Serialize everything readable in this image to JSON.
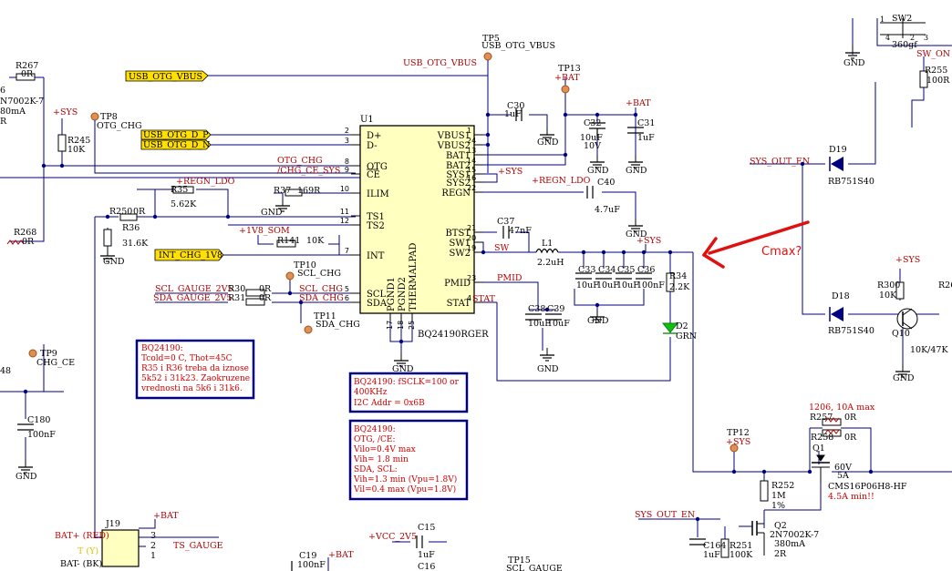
{
  "ic": {
    "ref": "U1",
    "part": "BQ24190RGER",
    "pins_left": [
      "D+",
      "D-",
      "OTG",
      "CE",
      "ILIM",
      "TS1",
      "TS2",
      "INT",
      "SCL",
      "SDA"
    ],
    "pins_right": [
      "VBUS1",
      "VBUS2",
      "BAT1",
      "BAT2",
      "SYS1",
      "SYS2",
      "REGN",
      "BTST",
      "SW1",
      "SW2",
      "PMID",
      "STAT"
    ],
    "pins_bottom": [
      "PGND1",
      "PGND2",
      "THERMALPAD"
    ],
    "pin_nums_left": [
      "2",
      "3",
      "8",
      "9",
      "10",
      "11",
      "12",
      "7",
      "5",
      "6"
    ],
    "pin_nums_right": [
      "1",
      "24",
      "13",
      "14",
      "15",
      "16",
      "22",
      "21",
      "20",
      "19",
      "23",
      "4"
    ],
    "pin_nums_bottom": [
      "17",
      "18",
      "25"
    ]
  },
  "nets": {
    "usb_otg_vbus": "USB_OTG_VBUS",
    "usb_otg_d_p": "USB_OTG_D_P",
    "usb_otg_d_n": "USB_OTG_D_N",
    "otg_chg": "OTG_CHG",
    "chg_ce_sys": "/CHG_CE_SYS",
    "regn_ldo": "+REGN_LDO",
    "plus_1v8_som": "+1V8_SOM",
    "int_chg_1v8": "INT_CHG_1V8",
    "scl_gauge_2v5": "SCL_GAUGE_2V5",
    "sda_gauge_2v5": "SDA_GAUGE_2V5",
    "scl_chg": "SCL_CHG",
    "sda_chg": "SDA_CHG",
    "sw": "SW",
    "pmid": "PMID",
    "stat": "STAT",
    "ts_gauge": "TS_GAUGE",
    "sys_out_en": "SYS_OUT_EN",
    "sw_on": "SW_ON",
    "plus_sys": "+SYS",
    "plus_bat": "+BAT",
    "plus_vcc_2v5": "+VCC_2V5",
    "gnd": "GND"
  },
  "testpoints": {
    "tp5_ref": "TP5",
    "tp5_net": "USB_OTG_VBUS",
    "tp13_ref": "TP13",
    "tp13_net": "+BAT",
    "tp8_ref": "TP8",
    "tp8_net": "OTG_CHG",
    "tp10_ref": "TP10",
    "tp10_net": "SCL_CHG",
    "tp11_ref": "TP11",
    "tp11_net": "SDA_CHG",
    "tp9_ref": "TP9",
    "tp9_net": "CHG_CE",
    "tp12_ref": "TP12",
    "tp12_net": "+SYS",
    "tp15_ref": "TP15",
    "tp15_net": "SCL_GAUGE"
  },
  "components": {
    "r267": {
      "ref": "R267",
      "val": "0R"
    },
    "r245": {
      "ref": "R245",
      "val": "10K"
    },
    "r268": {
      "ref": "R268",
      "val": "0R"
    },
    "r35": {
      "ref": "R35",
      "val": "5.62K"
    },
    "r37": {
      "ref": "R37",
      "val": "169R"
    },
    "r250": {
      "ref": "R250",
      "val": "0R"
    },
    "r36": {
      "ref": "R36",
      "val": "31.6K"
    },
    "r141": {
      "ref": "R141",
      "val": "10K"
    },
    "r30": {
      "ref": "R30",
      "val": "0R"
    },
    "r31": {
      "ref": "R31",
      "val": "0R"
    },
    "c30": {
      "ref": "C30",
      "val": "1uF"
    },
    "c32": {
      "ref": "C32",
      "val": "10uF",
      "volt": "10V"
    },
    "c31": {
      "ref": "C31",
      "val": "1uF"
    },
    "c40": {
      "ref": "C40",
      "val": "4.7uF"
    },
    "c37": {
      "ref": "C37",
      "val": "47nF"
    },
    "l1": {
      "ref": "L1",
      "val": "2.2uH"
    },
    "c33": {
      "ref": "C33",
      "val": "10uF"
    },
    "c34": {
      "ref": "C34",
      "val": "10uF"
    },
    "c35": {
      "ref": "C35",
      "val": "10uF"
    },
    "c36": {
      "ref": "C36",
      "val": "100nF"
    },
    "r34": {
      "ref": "R34",
      "val": "2.2K"
    },
    "d2": {
      "ref": "D2",
      "val": "GRN"
    },
    "c38": {
      "ref": "C38",
      "val": "10uF"
    },
    "c39": {
      "ref": "C39",
      "val": "10uF"
    },
    "c180": {
      "ref": "C180",
      "val": "100nF"
    },
    "j19": {
      "ref": "J19",
      "bat_plus": "BAT+ (RED)",
      "ts": "T (Y)",
      "bat_minus": "BAT- (BK)",
      "p3": "3",
      "p2": "2",
      "p1": "1"
    },
    "c15": {
      "ref": "C15",
      "val": "1uF"
    },
    "c16": {
      "ref": "C16"
    },
    "c19": {
      "ref": "C19",
      "val": "100nF"
    },
    "sw2": {
      "ref": "SW2",
      "val": "360gf",
      "pinA": "1",
      "pinB": "2",
      "pinC": "3",
      "pinD": "4"
    },
    "r255": {
      "ref": "R255",
      "val": "100R"
    },
    "d19": {
      "ref": "D19",
      "val": "RB751S40"
    },
    "d18": {
      "ref": "D18",
      "val": "RB751S40"
    },
    "r300": {
      "ref": "R300",
      "val": "10K"
    },
    "r26x": {
      "ref": "R26"
    },
    "q10": {
      "ref": "Q10",
      "val": "10K/47K"
    },
    "r257": {
      "ref": "R257",
      "val": "0R"
    },
    "r258": {
      "ref": "R258",
      "val": "0R"
    },
    "q1": {
      "ref": "Q1",
      "v": "60V",
      "i": "5A",
      "part": "CMS16P06H8-HF",
      "note": "4.5A min!!"
    },
    "fuse_note": "1206, 10A max",
    "r252": {
      "ref": "R252",
      "val": "1M",
      "tol": "1%"
    },
    "q2": {
      "ref": "Q2",
      "part": "2N7002K-7",
      "i": "380mA",
      "r": "2R"
    },
    "c164": {
      "ref": "C164",
      "val": "1uF"
    },
    "r251": {
      "ref": "R251",
      "val": "100K"
    },
    "left_frag": {
      "l1": "6",
      "l2": "N7002K-7",
      "l3": "80mA",
      "l4": "R",
      "l5": "48"
    }
  },
  "notes": {
    "ts_note": [
      "BQ24190:",
      "Tcold=0 C, Thot=45C",
      " R35 i R36 treba da iznose",
      "5k52 i 31k23. Zaokruzene",
      "vrednosti na 5k6 i 31k6."
    ],
    "i2c_note": [
      "BQ24190: fSCLK=100 or",
      "400KHz",
      "I2C Addr = 0x6B"
    ],
    "logic_note": [
      "BQ24190:",
      "OTG, /CE:",
      "Vilo=0.4V max",
      "Vih= 1.8 min",
      "SDA, SCL:",
      "Vih=1.3 min  (Vpu=1.8V)",
      "Vil=0.4 max  (Vpu=1.8V)"
    ],
    "annotation": "Cmax?"
  },
  "colors": {
    "wire": "#000080",
    "label": "#b00000",
    "part": "#000000",
    "ic_fill": "#ffffc0",
    "tp_fill": "#e09050",
    "net_box": "#ffe000",
    "arrow": "#e01010",
    "led": "#10c010"
  }
}
